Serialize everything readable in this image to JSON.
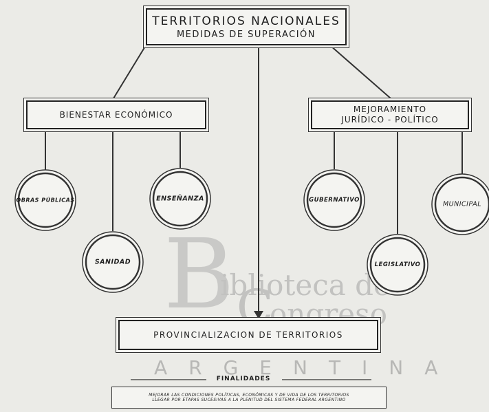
{
  "title": {
    "line1": "TERRITORIOS NACIONALES",
    "line2": "MEDIDAS DE SUPERACIÓN"
  },
  "branches": {
    "left": "BIENESTAR ECONÓMICO",
    "right_line1": "MEJORAMIENTO",
    "right_line2": "JURÍDICO - POLÍTICO"
  },
  "circles": {
    "obras": "OBRAS PÚBLICAS",
    "sanidad": "SANIDAD",
    "ensenanza": "ENSEÑANZA",
    "gubernativo": "GUBERNATIVO",
    "legislativo": "LEGISLATIVO",
    "municipal": "MUNICIPAL"
  },
  "result": "PROVINCIALIZACION DE TERRITORIOS",
  "finalidades": {
    "heading": "FINALIDADES",
    "line1": "MEJORAR LAS CONDICIONES POLÍTICAS, ECONÓMICAS Y DE VIDA DE LOS TERRITORIOS",
    "line2": "LLEGAR POR ETAPAS SUCESIVAS A LA PLENITUD DEL SISTEMA FEDERAL ARGENTINO"
  },
  "watermark": {
    "letter": "B",
    "line1": "iblioteca del",
    "letter2": "C",
    "line2": "ongreso",
    "country": "ARGENTINA"
  }
}
